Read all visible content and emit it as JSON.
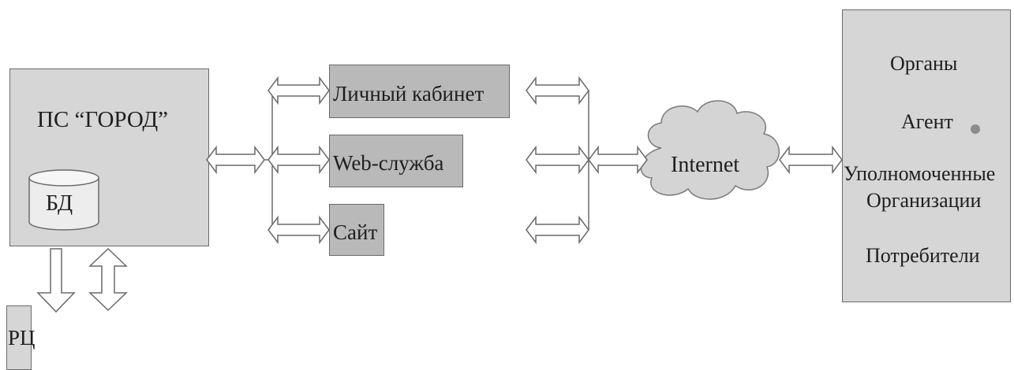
{
  "diagram": {
    "system": {
      "title": "ПС “ГОРОД”",
      "db_label": "БД"
    },
    "rc_label": "РЦ",
    "services": [
      {
        "label": "Личный кабинет"
      },
      {
        "label": "Web-служба"
      },
      {
        "label": "Сайт"
      }
    ],
    "network_label": "Internet",
    "recipients": [
      {
        "label": "Органы"
      },
      {
        "label": "Агент"
      },
      {
        "label": "Уполномоченные"
      },
      {
        "label": "Организации"
      },
      {
        "label": "Потребители"
      }
    ],
    "colors": {
      "box_fill_dark": "#b9b9b9",
      "box_fill_light": "#d6d6d6",
      "arrow_fill": "#ffffff",
      "stroke": "#6a6a6a"
    }
  }
}
